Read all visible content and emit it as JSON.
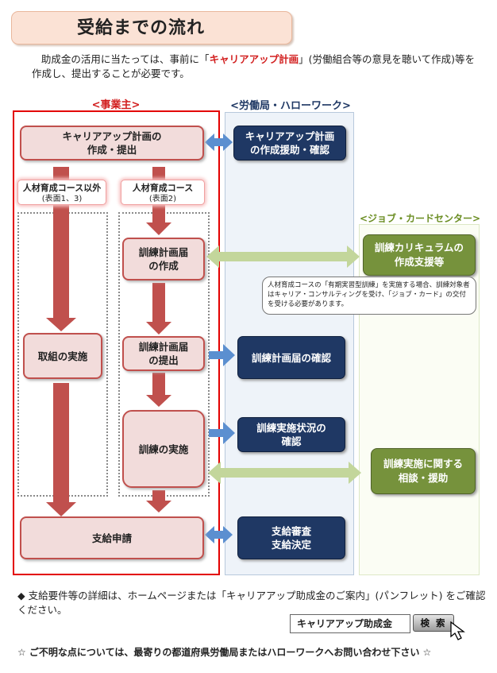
{
  "title": "受給までの流れ",
  "intro": {
    "before": "助成金の活用に当たっては、事前に「",
    "highlight": "キャリアアップ計画",
    "after": "」(労働組合等の意見を聴いて作成)等を作成し、提出することが必要です。"
  },
  "columns": {
    "employer": "<事業主>",
    "labor": "<労働局・ハローワーク>",
    "job_card": "<ジョブ・カードセンター>"
  },
  "employer_boxes": {
    "plan_line1": "キャリアアップ計画の",
    "plan_line2": "作成・提出",
    "course_other": "人材育成コース以外",
    "course_other_sub": "(表面1、3)",
    "course_hr": "人材育成コース",
    "course_hr_sub": "(表面2)",
    "training_plan_create_line1": "訓練計画届",
    "training_plan_create_line2": "の作成",
    "implementation": "取組の実施",
    "training_plan_submit_line1": "訓練計画届",
    "training_plan_submit_line2": "の提出",
    "training_impl": "訓練の実施",
    "payment_request": "支給申請"
  },
  "labor_boxes": {
    "plan_support_line1": "キャリアアップ計画",
    "plan_support_line2": "の作成援助・確認",
    "plan_check": "訓練計画届の確認",
    "status_check_line1": "訓練実施状況の",
    "status_check_line2": "確認",
    "decision_line1": "支給審査",
    "decision_line2": "支給決定"
  },
  "job_boxes": {
    "curriculum_line1": "訓練カリキュラムの",
    "curriculum_line2": "作成支援等",
    "consult_line1": "訓練実施に関する",
    "consult_line2": "相談・援助"
  },
  "note": "人材育成コースの「有期実習型訓練」を実施する場合、訓練対象者はキャリア・コンサルティングを受け、「ジョブ・カード」の交付を受ける必要があります。",
  "footer": {
    "details": "◆ 支給要件等の詳細は、ホームページまたは「キャリアアップ助成金のご案内」(パンフレット) をご確認ください。",
    "search_value": "キャリアアップ助成金",
    "search_button": "検 索",
    "contact": "☆ ご不明な点については、最寄りの都道府県労働局またはハローワークへお問い合わせ下さい ☆"
  },
  "colors": {
    "employer_border": "#e30000",
    "pink_box": "#f2dcdb",
    "red_arrow": "#c0504d",
    "navy_box": "#1f3864",
    "green_box": "#76923c",
    "blue_arrow": "#5b8fd0",
    "green_arrow": "#c3d69b"
  }
}
